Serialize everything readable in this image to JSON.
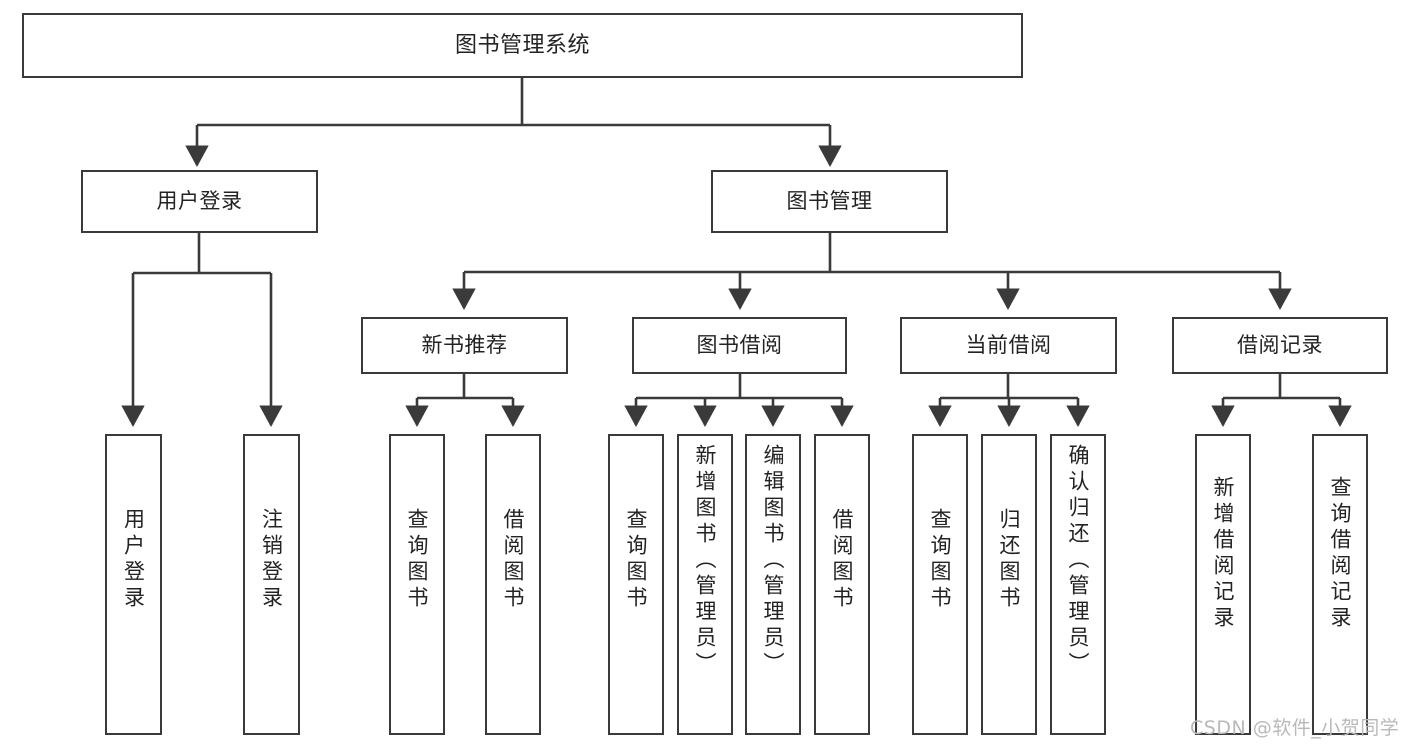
{
  "diagram": {
    "title": "图书管理系统",
    "watermark": "CSDN @软件_小贺同学",
    "colors": {
      "background": "#ffffff",
      "stroke": "#3a3a3a",
      "text": "#232323",
      "watermark": "#b9b9b9"
    },
    "nodes": {
      "root": {
        "label": "图书管理系统"
      },
      "level1": [
        {
          "id": "user-login",
          "label": "用户登录"
        },
        {
          "id": "book-management",
          "label": "图书管理"
        }
      ],
      "level2": [
        {
          "id": "new-book-recommend",
          "label": "新书推荐"
        },
        {
          "id": "book-borrow",
          "label": "图书借阅"
        },
        {
          "id": "current-borrow",
          "label": "当前借阅"
        },
        {
          "id": "borrow-record",
          "label": "借阅记录"
        }
      ],
      "leaves": {
        "user_login": [
          {
            "id": "leaf-user-login",
            "label": "用户登录"
          },
          {
            "id": "leaf-logout-login",
            "label": "注销登录"
          }
        ],
        "new_book_recommend": [
          {
            "id": "leaf-query-book-1",
            "label": "查询图书"
          },
          {
            "id": "leaf-borrow-book-1",
            "label": "借阅图书"
          }
        ],
        "book_borrow": [
          {
            "id": "leaf-query-book-2",
            "label": "查询图书"
          },
          {
            "id": "leaf-add-book",
            "label": "新增图书（管理员）"
          },
          {
            "id": "leaf-edit-book",
            "label": "编辑图书（管理员）"
          },
          {
            "id": "leaf-borrow-book-2",
            "label": "借阅图书"
          }
        ],
        "current_borrow": [
          {
            "id": "leaf-query-book-3",
            "label": "查询图书"
          },
          {
            "id": "leaf-return-book",
            "label": "归还图书"
          },
          {
            "id": "leaf-confirm-return",
            "label": "确认归还（管理员）"
          }
        ],
        "borrow_record": [
          {
            "id": "leaf-add-record",
            "label": "新增借阅记录"
          },
          {
            "id": "leaf-query-record",
            "label": "查询借阅记录"
          }
        ]
      }
    }
  }
}
